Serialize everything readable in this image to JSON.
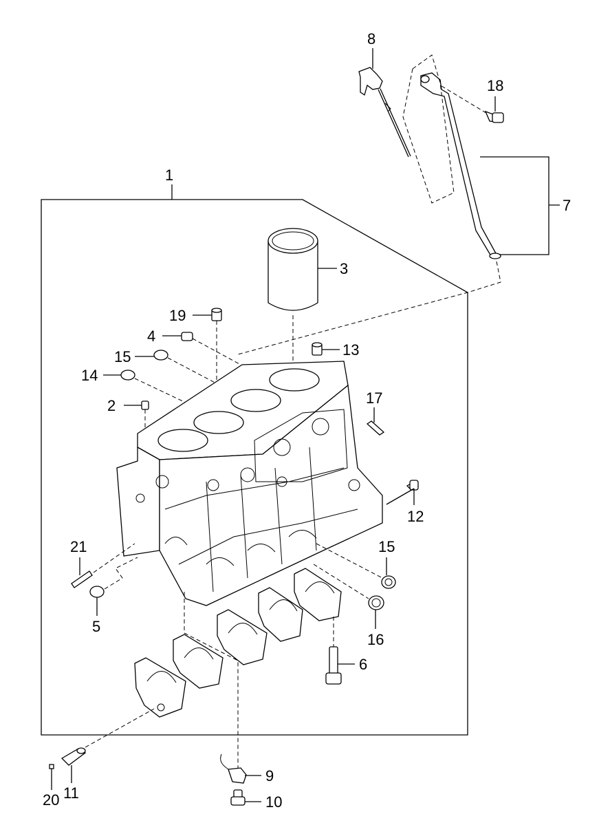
{
  "callouts": [
    {
      "id": "c1",
      "text": "1"
    },
    {
      "id": "c2",
      "text": "2"
    },
    {
      "id": "c3",
      "text": "3"
    },
    {
      "id": "c4",
      "text": "4"
    },
    {
      "id": "c5",
      "text": "5"
    },
    {
      "id": "c6",
      "text": "6"
    },
    {
      "id": "c7",
      "text": "7"
    },
    {
      "id": "c8",
      "text": "8"
    },
    {
      "id": "c9",
      "text": "9"
    },
    {
      "id": "c10",
      "text": "10"
    },
    {
      "id": "c11",
      "text": "11"
    },
    {
      "id": "c12",
      "text": "12"
    },
    {
      "id": "c13",
      "text": "13"
    },
    {
      "id": "c14",
      "text": "14"
    },
    {
      "id": "c15a",
      "text": "15"
    },
    {
      "id": "c15b",
      "text": "15"
    },
    {
      "id": "c16",
      "text": "16"
    },
    {
      "id": "c17",
      "text": "17"
    },
    {
      "id": "c18",
      "text": "18"
    },
    {
      "id": "c19",
      "text": "19"
    },
    {
      "id": "c20",
      "text": "20"
    },
    {
      "id": "c21",
      "text": "21"
    }
  ]
}
